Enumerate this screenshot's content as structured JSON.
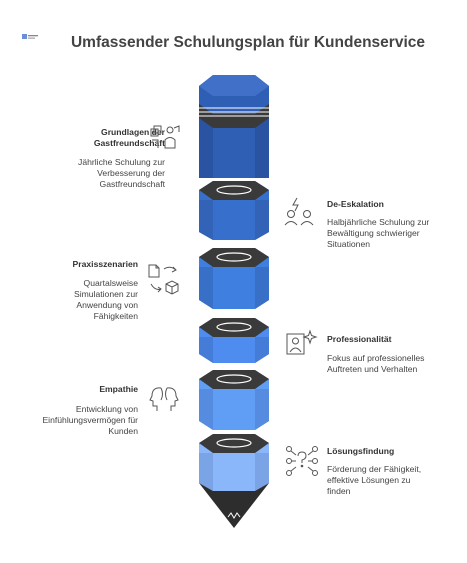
{
  "title": "Umfassender Schulungsplan für Kundenservice",
  "colors": {
    "band_dark": "#3a3a3a",
    "segments": [
      "#2f5fb5",
      "#3770cc",
      "#3e7fe0",
      "#4e8cf0",
      "#609df5",
      "#8ab6fa"
    ]
  },
  "items": [
    {
      "heading": "Grundlagen der Gastfreundschaft",
      "heading_lines": [
        "Grundlagen der",
        "Gastfreundschaft"
      ],
      "desc_lines": [
        "Jährliche Schulung zur",
        "Verbesserung der",
        "Gastfreundschaft"
      ],
      "icon": "people-presentation-icon"
    },
    {
      "heading": "De-Eskalation",
      "heading_lines": [
        "De-Eskalation"
      ],
      "desc_lines": [
        "Halbjährliche Schulung zur",
        "Bewältigung schwieriger",
        "Situationen"
      ],
      "icon": "conflict-people-icon"
    },
    {
      "heading": "Praxisszenarien",
      "heading_lines": [
        "Praxisszenarien"
      ],
      "desc_lines": [
        "Quartalsweise",
        "Simulationen zur",
        "Anwendung von",
        "Fähigkeiten"
      ],
      "icon": "document-to-cube-icon"
    },
    {
      "heading": "Professionalität",
      "heading_lines": [
        "Professionalität"
      ],
      "desc_lines": [
        "Fokus auf professionelles",
        "Auftreten und Verhalten"
      ],
      "icon": "profile-sparkle-icon"
    },
    {
      "heading": "Empathie",
      "heading_lines": [
        "Empathie"
      ],
      "desc_lines": [
        "Entwicklung von",
        "Einfühlungsvermögen für",
        "Kunden"
      ],
      "icon": "two-heads-icon"
    },
    {
      "heading": "Lösungsfindung",
      "heading_lines": [
        "Lösungsfindung"
      ],
      "desc_lines": [
        "Förderung der Fähigkeit,",
        "effektive Lösungen zu",
        "finden"
      ],
      "icon": "network-question-icon"
    }
  ]
}
